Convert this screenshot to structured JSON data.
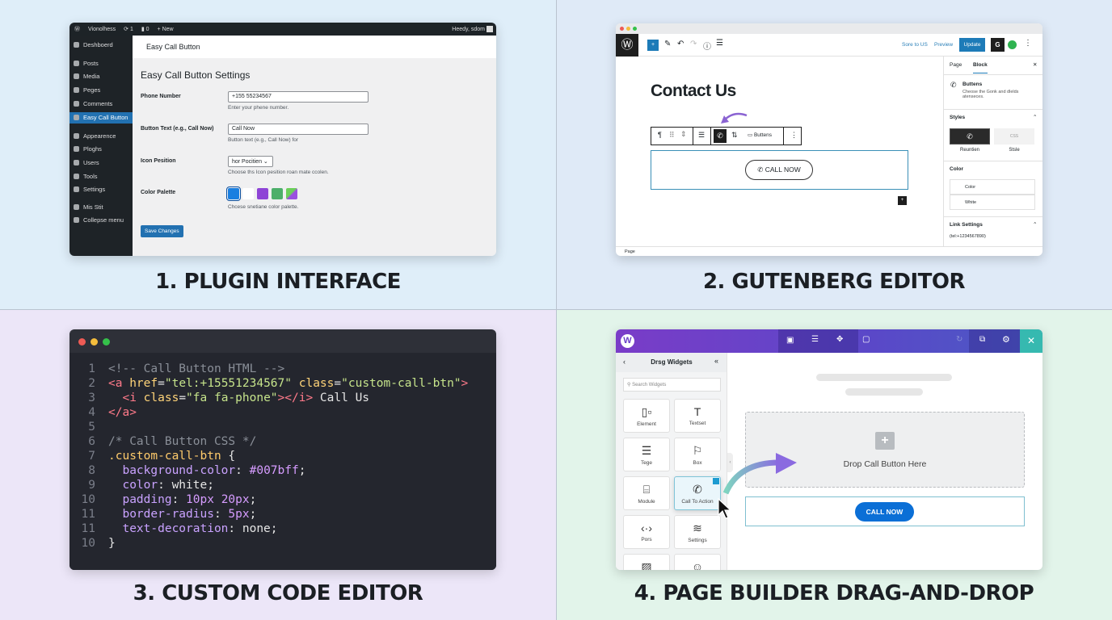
{
  "captions": [
    "1. PLUGIN INTERFACE",
    "2. GUTENBERG EDITOR",
    "3. CUSTOM CODE EDITOR",
    "4. PAGE BUILDER DRAG-AND-DROP"
  ],
  "colors": {
    "q1": "#dfeef9",
    "q2": "#dfeaf7",
    "q3": "#ece6f8",
    "q4": "#e2f4ea",
    "wp_blue": "#2271b1",
    "builder_purple": "#6a3fc8",
    "call_blue": "#0b6fd6"
  },
  "plugin": {
    "adminbar": {
      "site": "Vionolhess",
      "updates": "1",
      "comments": "0",
      "new": "+ New",
      "greeting": "Heedy, sdom"
    },
    "sidebar": [
      {
        "label": "Deshboerd",
        "icon": "dashboard-icon"
      },
      {
        "label": "Posts",
        "icon": "pin-icon"
      },
      {
        "label": "Media",
        "icon": "media-icon"
      },
      {
        "label": "Peges",
        "icon": "pages-icon"
      },
      {
        "label": "Comments",
        "icon": "comment-icon"
      },
      {
        "label": "Easy Call Button",
        "icon": "phone-icon",
        "active": true
      },
      {
        "label": "Appearence",
        "icon": "brush-icon"
      },
      {
        "label": "Ploghs",
        "icon": "plugin-icon"
      },
      {
        "label": "Users",
        "icon": "users-icon"
      },
      {
        "label": "Tools",
        "icon": "wrench-icon"
      },
      {
        "label": "Settings",
        "icon": "settings-icon"
      },
      {
        "label": "Mis Stit",
        "icon": "gear-icon"
      },
      {
        "label": "Collepse menu",
        "icon": "collapse-icon"
      }
    ],
    "header": "Easy Call Button",
    "title": "Easy Call Button Settings",
    "fields": {
      "phone": {
        "label": "Phone Number",
        "value": "+155 55234567",
        "hint": "Enter your phene number."
      },
      "text": {
        "label": "Button Text (e.g., Call Now)",
        "value": "Call Now",
        "hint": "Button text (e.g., Call Now) for"
      },
      "position": {
        "label": "Icon Pesition",
        "value": "hor Pocitien",
        "hint": "Choose ths Icon pesition roan mate ccolen."
      },
      "palette": {
        "label": "Color Palette",
        "swatches": [
          "#1a7fe0",
          "#ffffff",
          "#8e44d6",
          "#4caf6a",
          "linear"
        ],
        "selected": 0,
        "hint": "Chcese snetiane color palette."
      }
    },
    "save": "Save Changes"
  },
  "gutenberg": {
    "toolbar": {
      "save_draft": "Sore to US",
      "preview": "Preview",
      "update": "Update",
      "plugin": "G"
    },
    "heading": "Contact Us",
    "block_toolbar": {
      "buttons": "Buttens"
    },
    "button": "CALL NOW",
    "sidebar": {
      "tabs": [
        "Page",
        "Block"
      ],
      "active_tab": 1,
      "block_name": "Buttens",
      "block_desc": "Cheose the Gonk and dlelds atenseces.",
      "styles": "Styles",
      "style_options": [
        "Reuntien",
        "Stsle"
      ],
      "style_alt": "CSS",
      "color": "Color",
      "color_options": [
        "Color",
        "White"
      ],
      "link": "Link Settings",
      "link_value": "(tel:+1234567890)"
    },
    "footer": "Page"
  },
  "code": {
    "lines": [
      [
        [
          "c",
          "<!-- Call Button HTML -->"
        ]
      ],
      [
        [
          "t",
          "<a "
        ],
        [
          "a",
          "href"
        ],
        [
          "w",
          "="
        ],
        [
          "s",
          "\"tel:+15551234567\""
        ],
        [
          "a",
          " class"
        ],
        [
          "w",
          "="
        ],
        [
          "s",
          "\"custom-call-btn\""
        ],
        [
          "t",
          ">"
        ]
      ],
      [
        [
          "t",
          "  <i "
        ],
        [
          "a",
          "class"
        ],
        [
          "w",
          "="
        ],
        [
          "s",
          "\"fa fa-phone\""
        ],
        [
          "t",
          "></i>"
        ],
        [
          "w",
          " Call Us"
        ]
      ],
      [
        [
          "t",
          "</a>"
        ]
      ],
      [],
      [
        [
          "c",
          "/* Call Button CSS */"
        ]
      ],
      [
        [
          "y",
          ".custom-call-btn"
        ],
        [
          "w",
          " {"
        ]
      ],
      [
        [
          "p",
          "  background-color"
        ],
        [
          "w",
          ": "
        ],
        [
          "v",
          "#007bff"
        ],
        [
          "w",
          ";"
        ]
      ],
      [
        [
          "p",
          "  color"
        ],
        [
          "w",
          ": white;"
        ]
      ],
      [
        [
          "p",
          "  padding"
        ],
        [
          "w",
          ": "
        ],
        [
          "v",
          "10px 20px"
        ],
        [
          "w",
          ";"
        ]
      ],
      [
        [
          "p",
          "  border-radius"
        ],
        [
          "w",
          ": "
        ],
        [
          "v",
          "5px"
        ],
        [
          "w",
          ";"
        ]
      ],
      [
        [
          "p",
          "  text-decoration"
        ],
        [
          "w",
          ": none;"
        ]
      ],
      [
        [
          "w",
          "}"
        ]
      ]
    ],
    "numbers": [
      "1",
      "2",
      "3",
      "4",
      "5",
      "6",
      "7",
      "8",
      "9",
      "10",
      "11",
      "11",
      "10"
    ]
  },
  "builder": {
    "panel_title": "Drsg Widgets",
    "search_placeholder": "Search Widgets",
    "widgets": [
      {
        "label": "Element",
        "glyph": "▯▫"
      },
      {
        "label": "Textset",
        "glyph": "T"
      },
      {
        "label": "Tege",
        "glyph": "☰"
      },
      {
        "label": "Box",
        "glyph": "⚐"
      },
      {
        "label": "Module",
        "glyph": "⌸"
      },
      {
        "label": "Call To Action",
        "glyph": "✆"
      },
      {
        "label": "Pors",
        "glyph": "‹·›"
      },
      {
        "label": "Settings",
        "glyph": "≋"
      },
      {
        "label": "",
        "glyph": "▨"
      },
      {
        "label": "",
        "glyph": "☺"
      }
    ],
    "drop_text": "Drop Call Button Here",
    "button": "CALL NOW"
  }
}
